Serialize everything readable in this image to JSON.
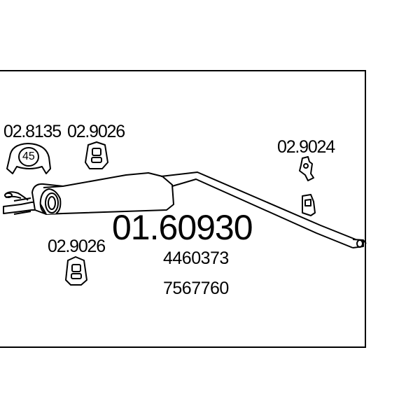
{
  "main_part": {
    "number": "01.60930",
    "oe_numbers": [
      "4460373",
      "7567760"
    ]
  },
  "accessories": {
    "clamp": {
      "part": "02.8135",
      "size": "45"
    },
    "rubber_mount_top": {
      "part": "02.9026"
    },
    "rubber_mount_bottom": {
      "part": "02.9026"
    },
    "bracket": {
      "part": "02.9024"
    }
  }
}
